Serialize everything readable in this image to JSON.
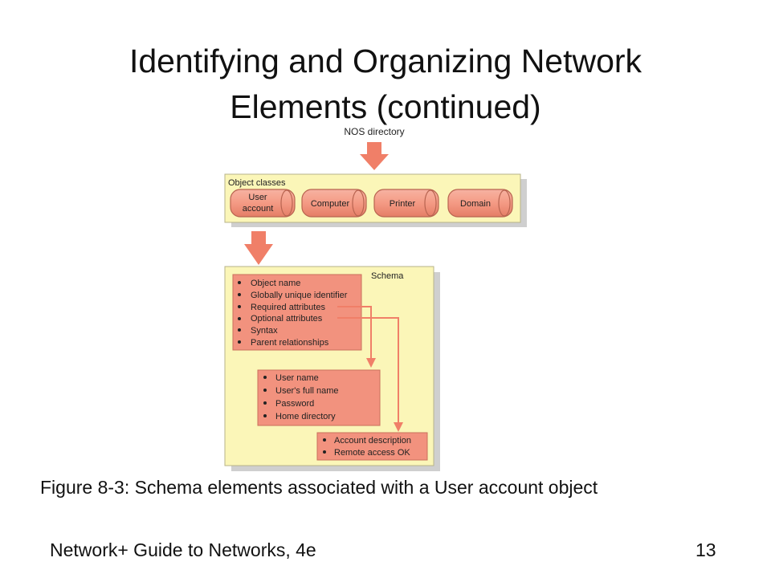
{
  "slide": {
    "title_lines": [
      "Identifying and Organizing Network",
      "Elements (continued)"
    ],
    "caption": "Figure 8-3: Schema elements associated with a User account object",
    "footer_left": "Network+ Guide to Networks, 4e",
    "page_number": "13"
  },
  "diagram": {
    "top_label": "NOS directory",
    "object_classes": {
      "label": "Object classes",
      "items": [
        {
          "lines": [
            "User",
            "account"
          ]
        },
        {
          "lines": [
            "Computer"
          ]
        },
        {
          "lines": [
            "Printer"
          ]
        },
        {
          "lines": [
            "Domain"
          ]
        }
      ]
    },
    "schema": {
      "label": "Schema",
      "attributes": [
        "Object name",
        "Globally unique identifier",
        "Required attributes",
        "Optional attributes",
        "Syntax",
        "Parent relationships"
      ],
      "required_examples": [
        "User name",
        "User's full name",
        "Password",
        "Home directory"
      ],
      "optional_examples": [
        "Account description",
        "Remote access OK"
      ]
    },
    "colors": {
      "panel_fill": "#fbf6b8",
      "panel_shadow": "#c9c9c9",
      "pill_fill": "#f49a84",
      "box_fill": "#f2927e",
      "arrow": "#f07f68",
      "stroke": "#c9705c"
    }
  }
}
